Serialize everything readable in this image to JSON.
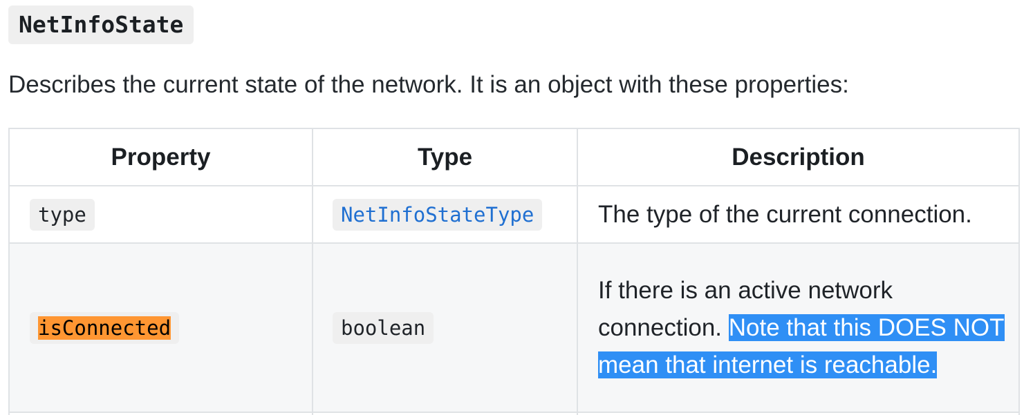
{
  "section": {
    "title": "NetInfoState",
    "intro": "Describes the current state of the network. It is an object with these properties:"
  },
  "table": {
    "headers": [
      "Property",
      "Type",
      "Description"
    ],
    "rows": [
      {
        "property": "type",
        "type": "NetInfoStateType",
        "description": "The type of the current connection."
      },
      {
        "property": "isConnected",
        "type": "boolean",
        "description_plain": "If there is an active network connection. ",
        "description_selected": "Note that this DOES NOT mean that internet is reachable."
      }
    ]
  },
  "colors": {
    "search_highlight": "#ff9632",
    "selection": "#2f8ff5",
    "link": "#1f6fd1",
    "code_bg": "#efefef",
    "alt_row_bg": "#f6f7f8"
  }
}
